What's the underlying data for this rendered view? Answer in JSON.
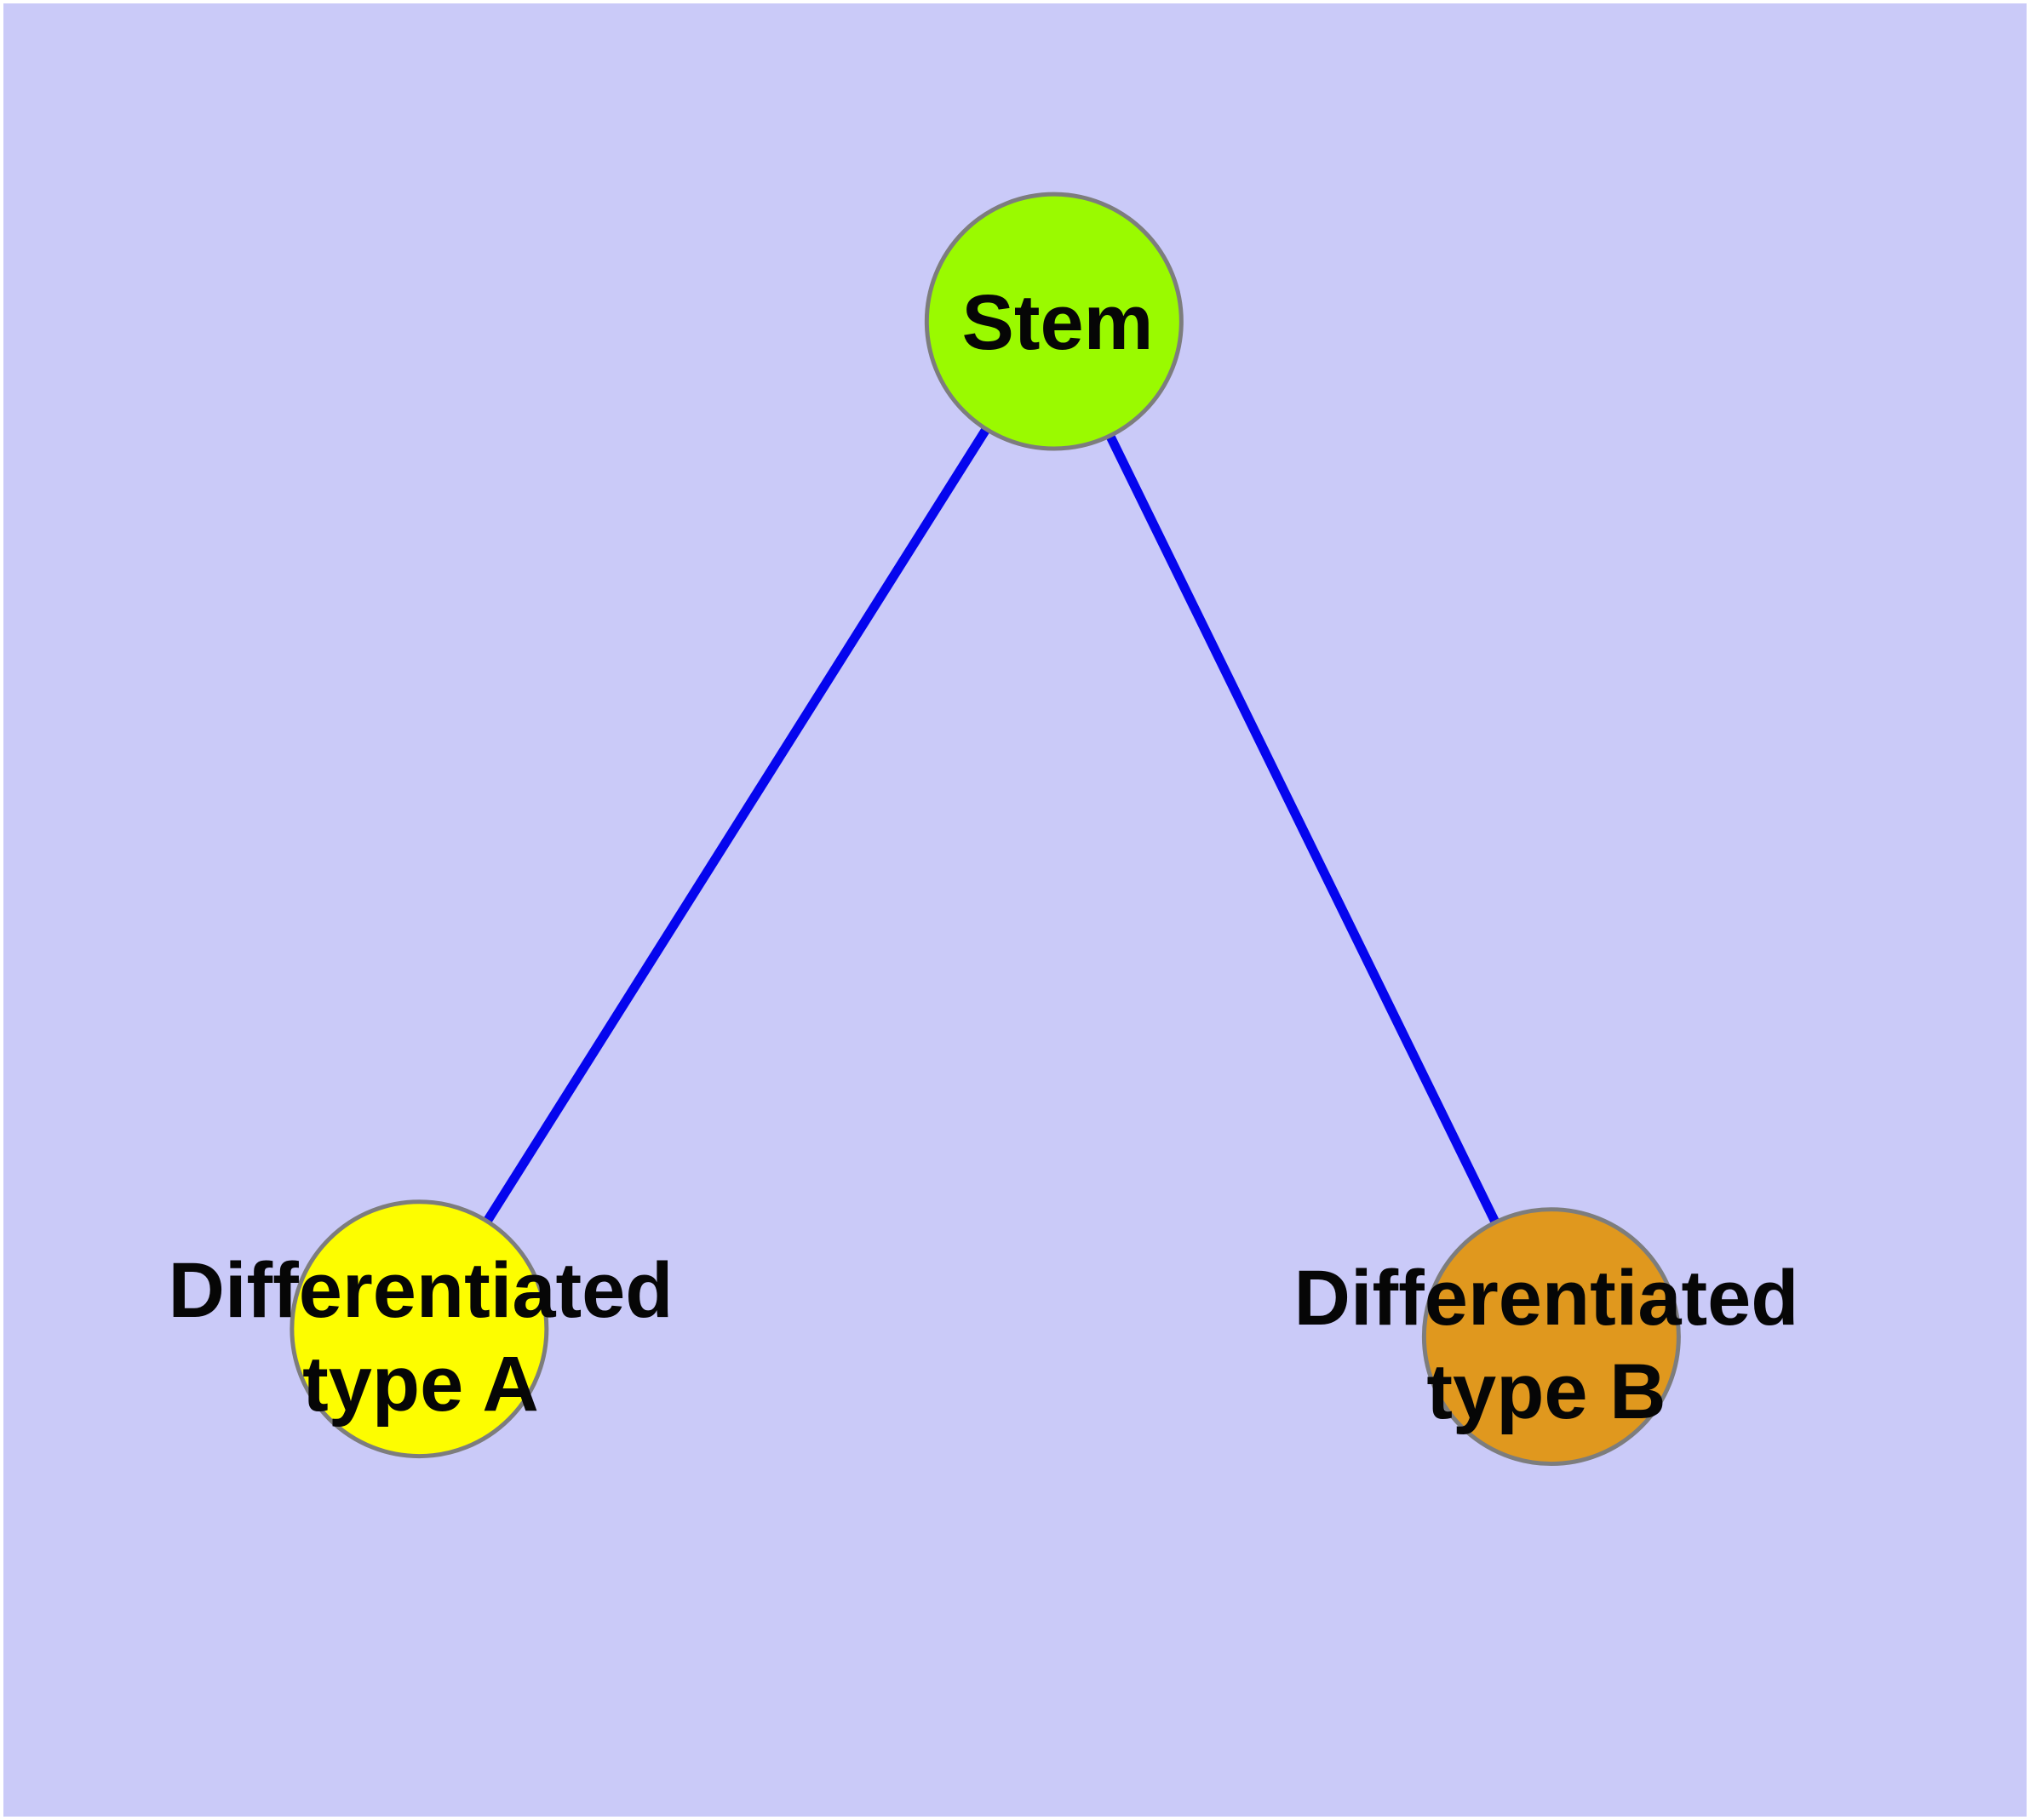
{
  "colors": {
    "frame": "#ffffff",
    "background": "#cacaf8",
    "node_border": "#7d7d7d",
    "edge": "#0505ee",
    "text": "#060606",
    "node_stem": "#9afa00",
    "node_type_a": "#fdfd00",
    "node_type_b": "#e0981e"
  },
  "nodes": {
    "stem": {
      "label": "Stem"
    },
    "type_a": {
      "label_line1": "Differentiated",
      "label_line2": "type A"
    },
    "type_b": {
      "label_line1": "Differentiated",
      "label_line2": "type B"
    }
  }
}
